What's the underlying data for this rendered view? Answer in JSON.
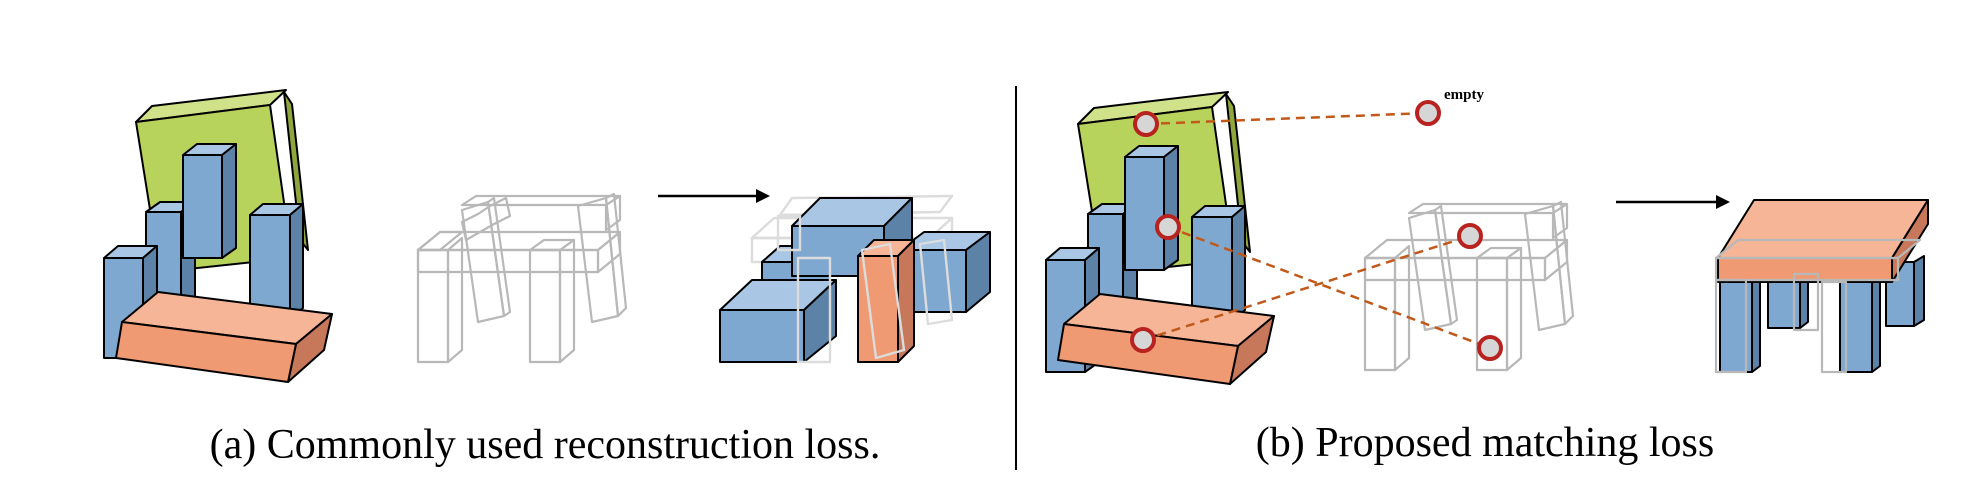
{
  "panel_a": {
    "caption": "(a) Commonly used reconstruction loss."
  },
  "panel_b": {
    "caption": "(b) Proposed matching loss",
    "empty_label": "empty"
  },
  "colors": {
    "green_front": "#b8d35c",
    "green_side": "#8ea63c",
    "green_top": "#cfe28a",
    "blue_front": "#7fa8d0",
    "blue_side": "#5d82a8",
    "blue_top": "#a9c6e4",
    "salmon_front": "#f09a73",
    "salmon_side": "#c8785a",
    "salmon_top": "#f6b597",
    "wire": "#b8b8b8",
    "match_line": "#c0591a",
    "match_ring": "#b8221f",
    "match_fill": "#d6d6d6"
  }
}
